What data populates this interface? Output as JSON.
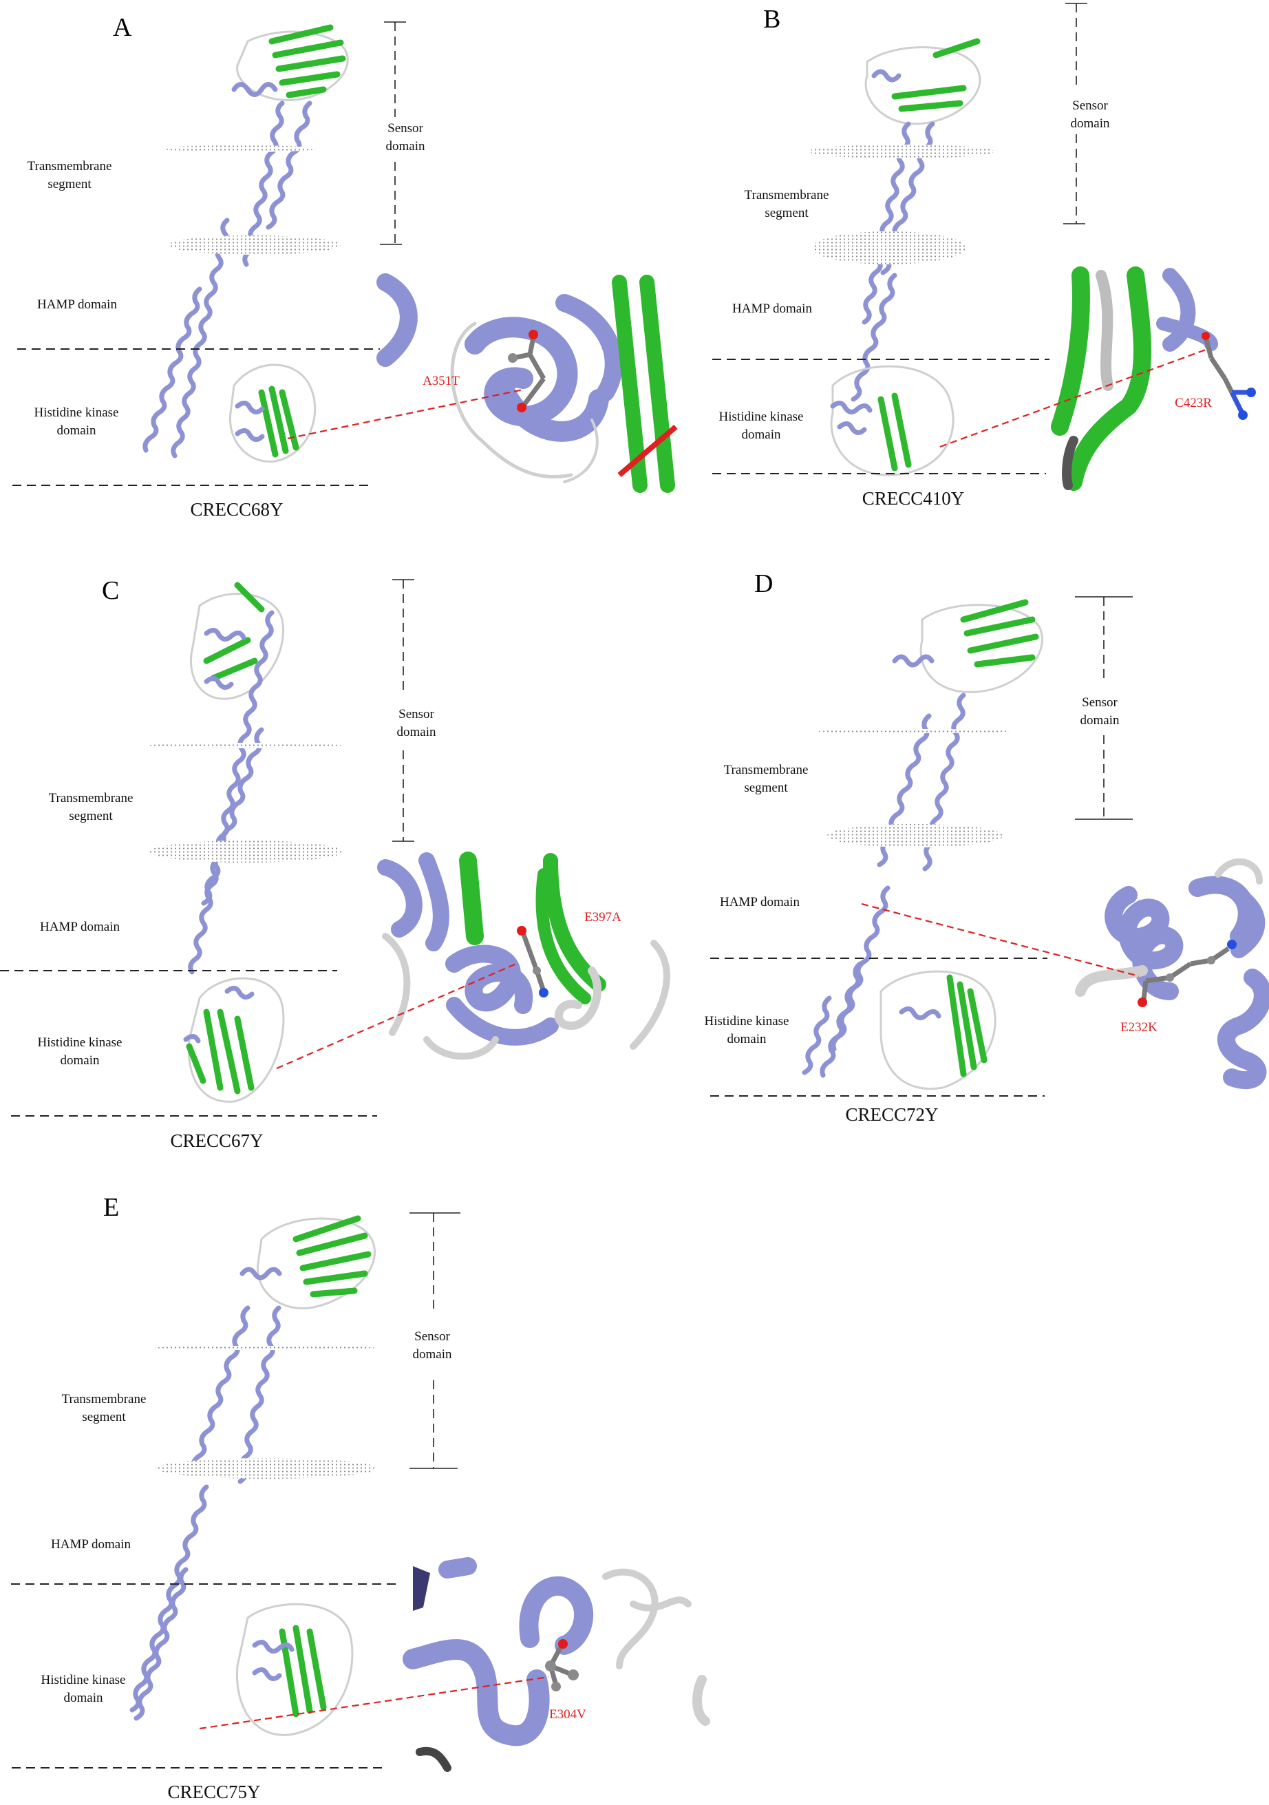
{
  "panels": [
    {
      "letter": "A",
      "strain": "CRECC68Y",
      "mutation": "A351T",
      "labels": {
        "sensor": [
          "Sensor",
          "domain"
        ],
        "transmembrane": [
          "Transmembrane",
          "segment"
        ],
        "hamp": "HAMP domain",
        "hk": [
          "Histidine kinase",
          "domain"
        ]
      }
    },
    {
      "letter": "B",
      "strain": "CRECC410Y",
      "mutation": "C423R",
      "labels": {
        "sensor": [
          "Sensor",
          "domain"
        ],
        "transmembrane": [
          "Transmembrane",
          "segment"
        ],
        "hamp": "HAMP domain",
        "hk": [
          "Histidine kinase",
          "domain"
        ]
      }
    },
    {
      "letter": "C",
      "strain": "CRECC67Y",
      "mutation": "E397A",
      "labels": {
        "sensor": [
          "Sensor",
          "domain"
        ],
        "transmembrane": [
          "Transmembrane",
          "segment"
        ],
        "hamp": "HAMP domain",
        "hk": [
          "Histidine kinase",
          "domain"
        ]
      }
    },
    {
      "letter": "D",
      "strain": "CRECC72Y",
      "mutation": "E232K",
      "labels": {
        "sensor": [
          "Sensor",
          "domain"
        ],
        "transmembrane": [
          "Transmembrane",
          "segment"
        ],
        "hamp": "HAMP domain",
        "hk": [
          "Histidine kinase",
          "domain"
        ]
      }
    },
    {
      "letter": "E",
      "strain": "CRECC75Y",
      "mutation": "E304V",
      "labels": {
        "sensor": [
          "Sensor",
          "domain"
        ],
        "transmembrane": [
          "Transmembrane",
          "segment"
        ],
        "hamp": "HAMP domain",
        "hk": [
          "Histidine kinase",
          "domain"
        ]
      }
    }
  ],
  "colors": {
    "helix": "#8c92d4",
    "sheet": "#2eb82e",
    "loop": "#cfcfcf",
    "mutation": "#e02020",
    "membrane": "#9a9a9a"
  }
}
